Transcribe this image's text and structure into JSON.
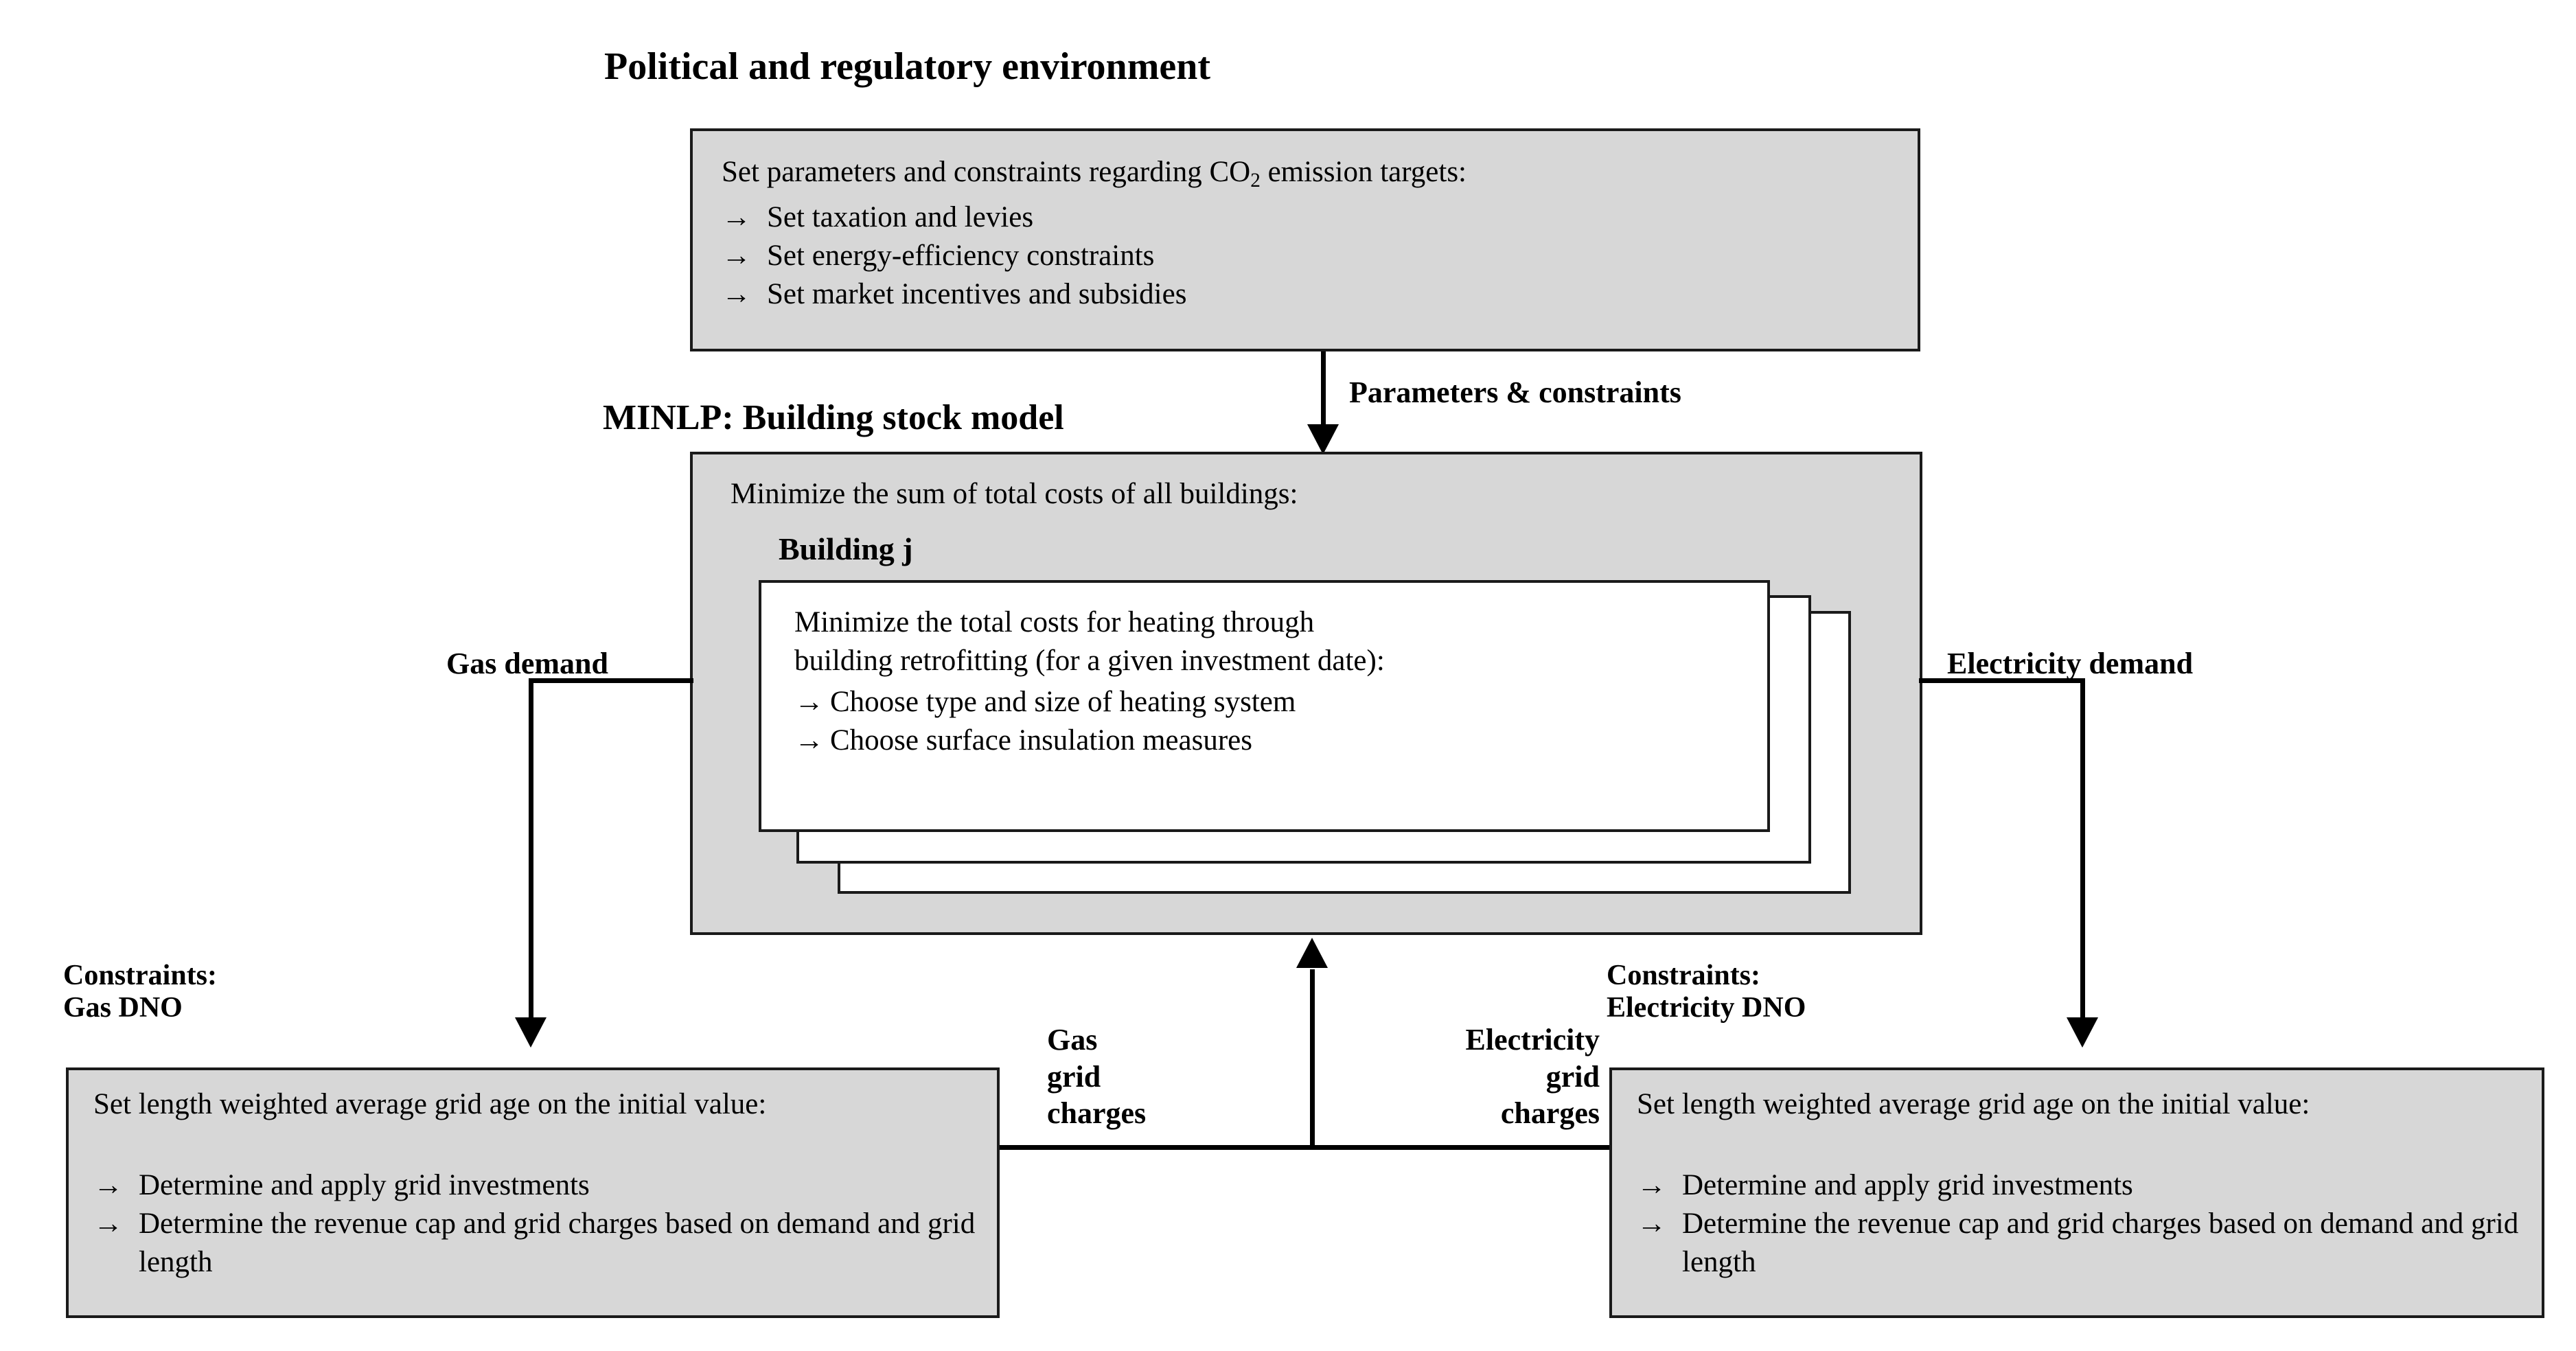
{
  "diagram": {
    "title_political": "Political and regulatory environment",
    "title_minlp": "MINLP: Building stock model",
    "title_building": "Building j",
    "title_gas_dno": "Constraints:\nGas DNO",
    "title_elec_dno": "Constraints:\nElectricity DNO"
  },
  "policy_box": {
    "intro_pre": "Set parameters and constraints regarding CO",
    "intro_sub": "2",
    "intro_post": " emission targets:",
    "arrow": "→",
    "bullets": [
      "Set taxation and levies",
      "Set energy-efficiency constraints",
      "Set market incentives and subsidies"
    ]
  },
  "minlp_box": {
    "objective": "Minimize the sum of total costs of all buildings:"
  },
  "building_card": {
    "line1": "Minimize the total costs for heating through",
    "line2": "building retrofitting (for a given investment date):",
    "arrow": "→",
    "bullets": [
      "Choose type and size of heating system",
      "Choose surface insulation measures"
    ]
  },
  "gas_dno_box": {
    "intro": "Set length weighted average grid age on the initial value:",
    "arrow": "→",
    "bullets": [
      "Determine and apply grid investments",
      "Determine the revenue cap and grid charges based on demand and grid length"
    ]
  },
  "elec_dno_box": {
    "intro": "Set length weighted average grid age on the initial value:",
    "arrow": "→",
    "bullets": [
      "Determine and apply grid investments",
      "Determine the revenue cap and grid charges based on demand and grid length"
    ]
  },
  "edges": {
    "parameters_constraints": "Parameters & constraints",
    "gas_demand": "Gas demand",
    "electricity_demand": "Electricity demand",
    "gas_grid_charges": "Gas\ngrid\ncharges",
    "electricity_grid_charges": "Electricity\ngrid\ncharges"
  },
  "colors": {
    "box_fill": "#d7d7d7",
    "card_fill": "#ffffff",
    "stroke": "#1a1a1a",
    "text": "#000000"
  }
}
